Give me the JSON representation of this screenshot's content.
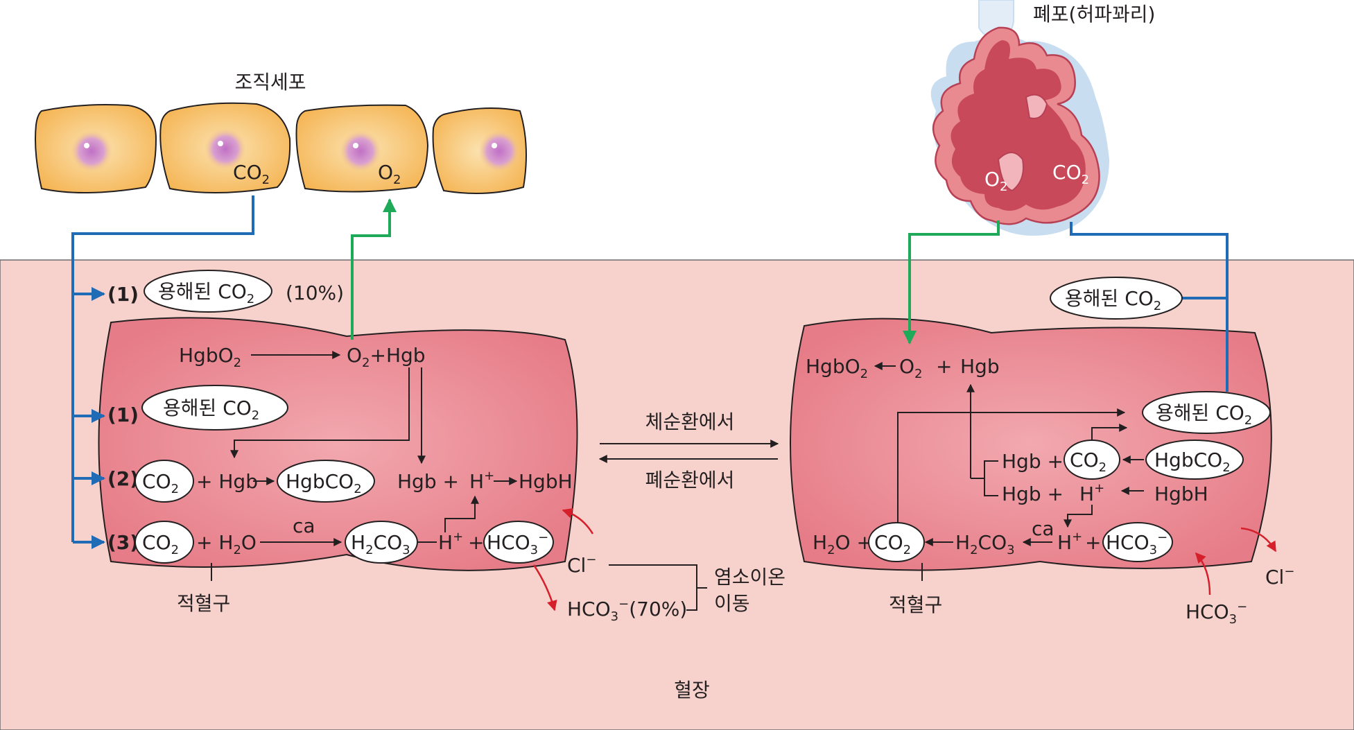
{
  "colors": {
    "plasma": "#f7d2cc",
    "rbc": "#e67c87",
    "cell": "#f5b555",
    "nucleus": "#b05ab5",
    "co2_line": "#1f6bb5",
    "o2_line": "#1faa5a",
    "ion_arrow": "#d51f2b",
    "alveolus_outer": "#c8ddf0",
    "alveolus_wall": "#e88a90",
    "alveolus_inner": "#c84a5a"
  },
  "labels": {
    "tissue_cells": "조직세포",
    "lung_alveoli": "폐포(허파꽈리)",
    "plasma": "혈장",
    "rbc": "적혈구",
    "systemic": "체순환에서",
    "pulmonary": "폐순환에서",
    "chloride_shift_1": "염소이온",
    "chloride_shift_2": "이동",
    "dissolved": "용해된 ",
    "plus": "+",
    "ca": "ca",
    "pct10": "(10%)",
    "pct70": "(70%)",
    "hgb": "Hgb",
    "hgbh": "HgbH",
    "step1": "(1)",
    "step2": "(2)",
    "step3": "(3)",
    "minus": "−",
    "C": "C",
    "O": "O",
    "H": "H",
    "Cl": "Cl",
    "HgbO": "HgbO",
    "HgbCO": "HgbCO",
    "HCO": "HCO",
    "n2": "2",
    "n3": "3",
    "sup_plus": "+",
    "sup_minus": "−"
  },
  "arrows": [
    {
      "name": "systemic-arrow",
      "direction": "right"
    },
    {
      "name": "pulmonary-arrow",
      "direction": "left"
    }
  ]
}
